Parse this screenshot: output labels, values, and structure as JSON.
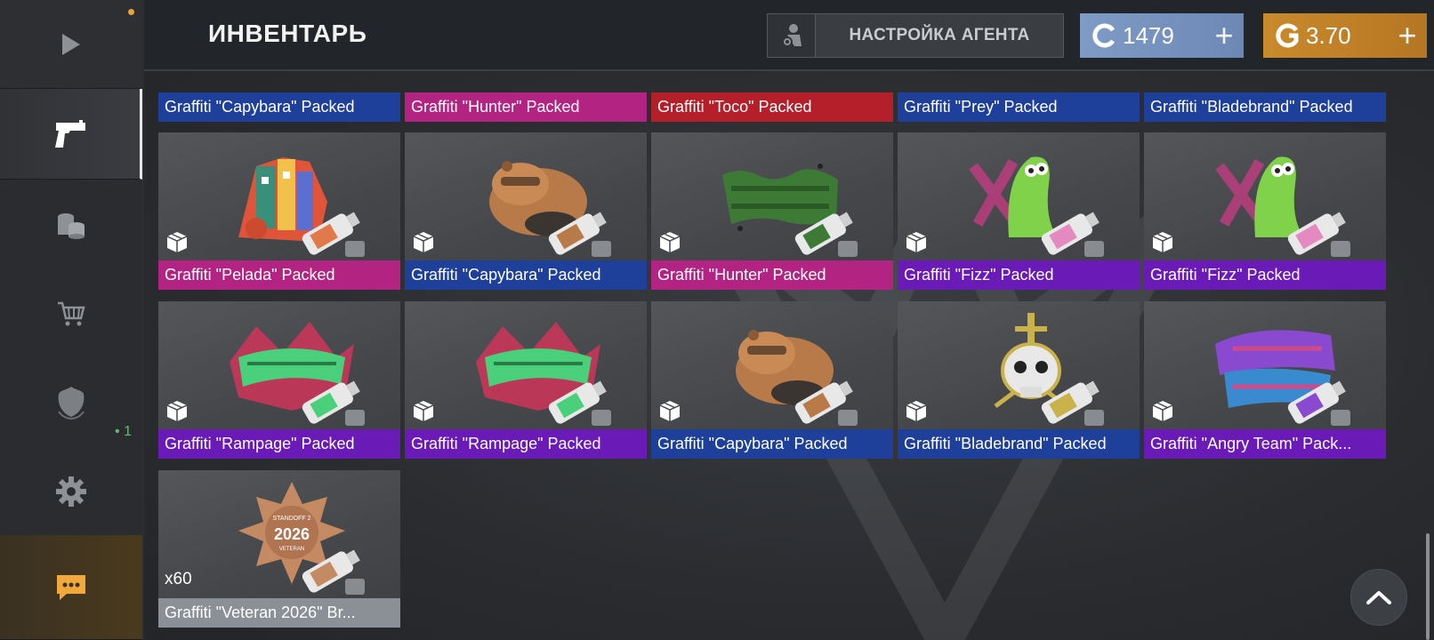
{
  "header": {
    "title": "ИНВЕНТАРЬ",
    "agent_button_label": "НАСТРОЙКА АГЕНТА",
    "silver_balance": "1479",
    "gold_balance": "3.70",
    "plus": "+"
  },
  "sidebar": {
    "items": [
      {
        "icon": "play-icon"
      },
      {
        "icon": "pistol-icon",
        "active": true
      },
      {
        "icon": "coins-icon"
      },
      {
        "icon": "cart-icon"
      },
      {
        "icon": "clan-shield-icon",
        "badge": "• 1"
      },
      {
        "icon": "gear-icon"
      },
      {
        "icon": "chat-icon"
      }
    ]
  },
  "inventory": {
    "partial_row": [
      {
        "label": "Graffiti \"Capybara\" Packed",
        "color": "#1e3f9a"
      },
      {
        "label": "Graffiti \"Hunter\" Packed",
        "color": "#b32382"
      },
      {
        "label": "Graffiti \"Toco\" Packed",
        "color": "#b51f2a"
      },
      {
        "label": "Graffiti \"Prey\" Packed",
        "color": "#1e3f9a"
      },
      {
        "label": "Graffiti \"Bladebrand\" Packed",
        "color": "#1e3f9a"
      }
    ],
    "row1": [
      {
        "label": "Graffiti \"Pelada\" Packed",
        "color": "#b32382",
        "art": "pelada-graffiti-art"
      },
      {
        "label": "Graffiti \"Capybara\" Packed",
        "color": "#1e3f9a",
        "art": "capybara-graffiti-art"
      },
      {
        "label": "Graffiti \"Hunter\" Packed",
        "color": "#b32382",
        "art": "hunter-graffiti-art"
      },
      {
        "label": "Graffiti \"Fizz\" Packed",
        "color": "#6a1ab7",
        "art": "fizz-graffiti-art"
      },
      {
        "label": "Graffiti \"Fizz\" Packed",
        "color": "#6a1ab7",
        "art": "fizz-graffiti-art"
      }
    ],
    "row2": [
      {
        "label": "Graffiti \"Rampage\" Packed",
        "color": "#6a1ab7",
        "art": "rampage-graffiti-art"
      },
      {
        "label": "Graffiti \"Rampage\" Packed",
        "color": "#6a1ab7",
        "art": "rampage-graffiti-art"
      },
      {
        "label": "Graffiti \"Capybara\" Packed",
        "color": "#1e3f9a",
        "art": "capybara-graffiti-art"
      },
      {
        "label": "Graffiti \"Bladebrand\" Packed",
        "color": "#1e3f9a",
        "art": "bladebrand-graffiti-art"
      },
      {
        "label": "Graffiti \"Angry Team\" Pack...",
        "color": "#6a1ab7",
        "art": "angry-team-graffiti-art"
      }
    ],
    "row3": [
      {
        "label": "Graffiti \"Veteran 2026\" Br...",
        "color": "#8b9096",
        "art": "veteran-2026-graffiti-art",
        "quantity": "x60"
      }
    ]
  },
  "veteran_badge_text": {
    "top": "STANDOFF 2",
    "year": "2026",
    "bottom": "VETERAN"
  },
  "colors": {
    "silver": "#7e9bc6",
    "gold": "#c98a2c",
    "rarity_blue": "#1e3f9a",
    "rarity_magenta": "#b32382",
    "rarity_red": "#b51f2a",
    "rarity_purple": "#6a1ab7",
    "rarity_grey": "#8b9096"
  }
}
